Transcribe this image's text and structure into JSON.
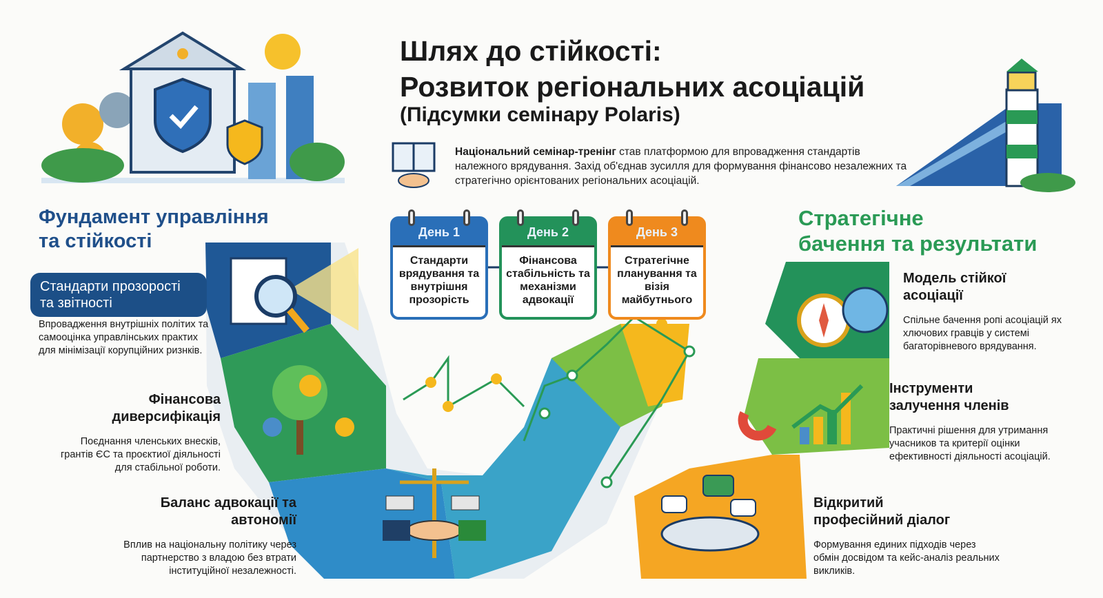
{
  "header": {
    "title_line1": "Шлях до стійкості:",
    "title_line2": "Розвиток регіональних асоціацій",
    "subtitle": "(Підсумки семінару Polaris)",
    "intro_bold": "Національний семінар-тренінг",
    "intro_rest": " став платформою для впровадження стандартів належного врядування. Захід об'єднав зусилля для формування фінансово незалежних та стратегічно орієнтованих регіональних асоціацій."
  },
  "left": {
    "title_line1": "Фундамент управління",
    "title_line2": "та стійкості",
    "items": [
      {
        "title": "Стандарти прозорості та звітності",
        "desc": "Впровадження внутрішніх політих та самооцінка управлінських практих для мінімізації корупційних ризнків."
      },
      {
        "title": "Фінансова диверсифікація",
        "desc": "Поєднання членських внесків, грантів ЄС та проєктиої діяльності для стабільної роботи."
      },
      {
        "title": "Баланс адвокації та автономії",
        "desc": "Вплив на національну політику через партнерство з владою без втрати інституційної незалежності."
      }
    ]
  },
  "days": [
    {
      "label": "День 1",
      "text": "Стандарти врядування та внутрішня прозорість",
      "color": "#2a6fb8"
    },
    {
      "label": "День 2",
      "text": "Фінансова стабільність та механізми адвокації",
      "color": "#23925a"
    },
    {
      "label": "День 3",
      "text": "Стратегічне планування та візія майбутнього",
      "color": "#ef8a1e"
    }
  ],
  "right": {
    "title_line1": "Стратегічне",
    "title_line2": "бачення та результати",
    "items": [
      {
        "title": "Модель стійкої асоціації",
        "desc": "Спільне бачення ропі асоціацій ях хлючових гравців у системі багаторівневого врядування."
      },
      {
        "title": "Інструменти залучення членів",
        "desc": "Практичні рішення для утримання учасников та критерії оцінки ефективності діяльності асоціацій."
      },
      {
        "title": "Відкритий професійний діалог",
        "desc": "Формування единих підходів через обмін досвідом та кейс-аналіз реальних викликів."
      }
    ]
  },
  "colors": {
    "blue": "#1c4f87",
    "green": "#23925a",
    "lightgreen": "#7cbf45",
    "orange": "#ef9a1e",
    "yellow": "#f5b81d"
  }
}
